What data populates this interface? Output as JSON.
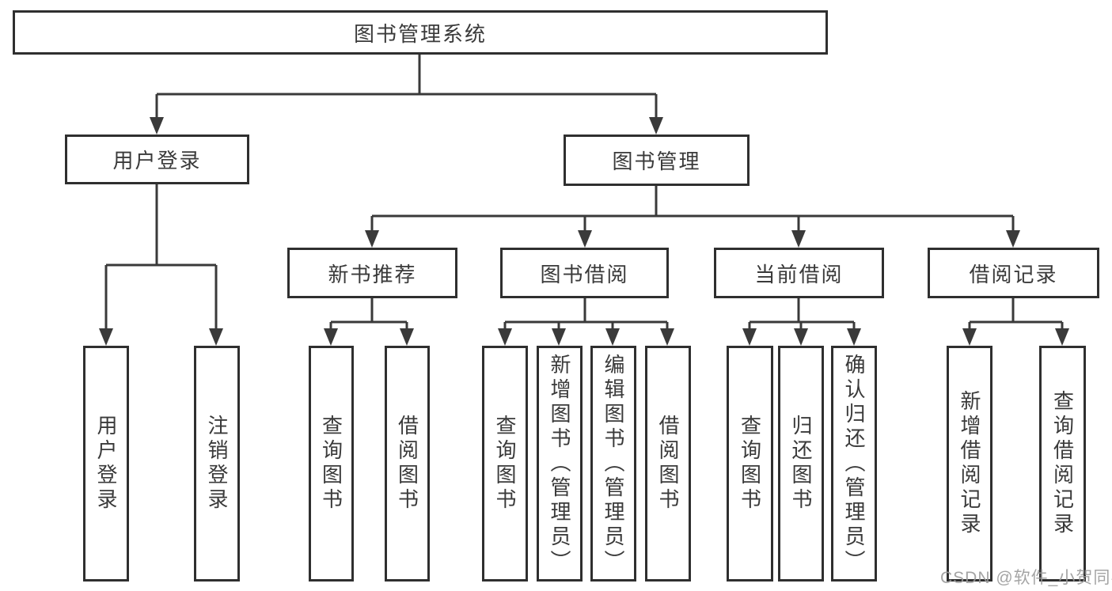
{
  "diagram_type": "function-structure-hierarchy",
  "colors": {
    "line": "#3a3a3a",
    "box_border": "#2f2f2f",
    "text": "#3a3a3a",
    "watermark": "#9b9b9b",
    "background": "#ffffff"
  },
  "tree": {
    "root": {
      "label": "图书管理系统",
      "children": [
        {
          "label": "用户登录",
          "children": [
            {
              "label": "用户登录"
            },
            {
              "label": "注销登录"
            }
          ]
        },
        {
          "label": "图书管理",
          "children": [
            {
              "label": "新书推荐",
              "children": [
                {
                  "label": "查询图书"
                },
                {
                  "label": "借阅图书"
                }
              ]
            },
            {
              "label": "图书借阅",
              "children": [
                {
                  "label": "查询图书"
                },
                {
                  "label": "新增图书（管理员）"
                },
                {
                  "label": "编辑图书（管理员）"
                },
                {
                  "label": "借阅图书"
                }
              ]
            },
            {
              "label": "当前借阅",
              "children": [
                {
                  "label": "查询图书"
                },
                {
                  "label": "归还图书"
                },
                {
                  "label": "确认归还（管理员）"
                }
              ]
            },
            {
              "label": "借阅记录",
              "children": [
                {
                  "label": "新增借阅记录"
                },
                {
                  "label": "查询借阅记录"
                }
              ]
            }
          ]
        }
      ]
    }
  },
  "watermark": {
    "text": "CSDN @软件_小贺同学"
  }
}
